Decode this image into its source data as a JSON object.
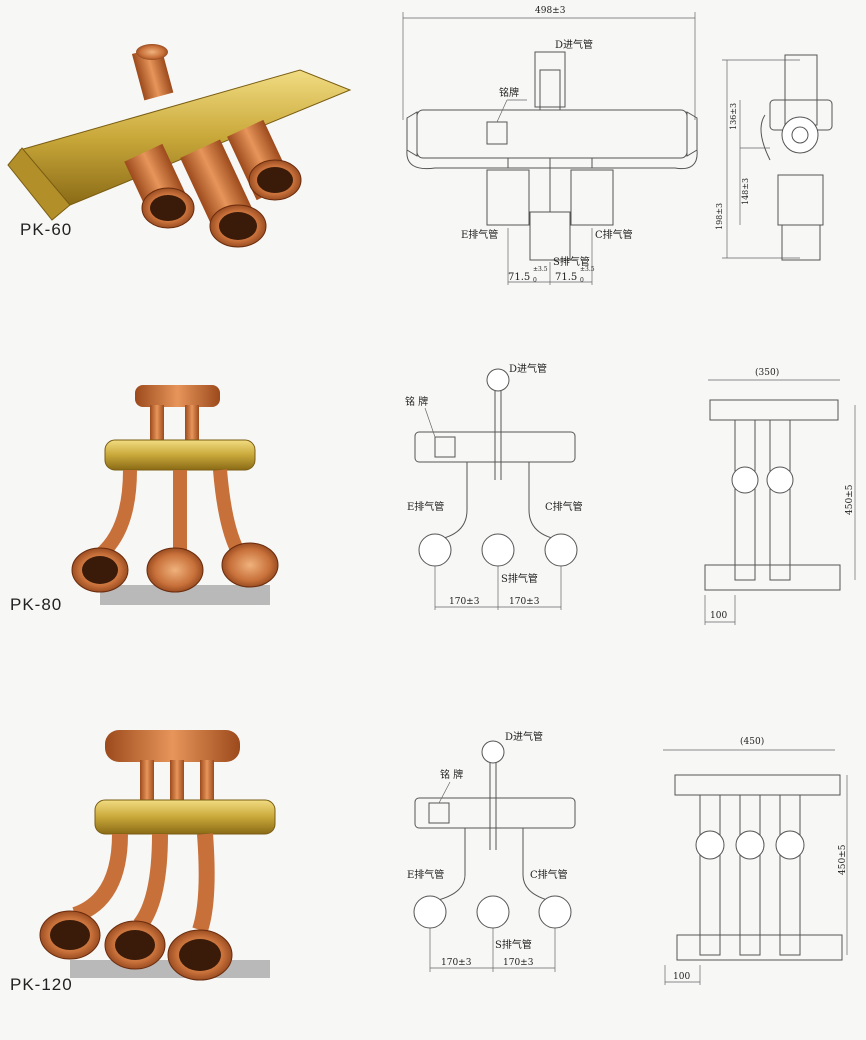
{
  "models": [
    {
      "label": "PK-60",
      "front": {
        "dim_top": "498±3",
        "d_pipe": "D进气管",
        "nameplate": "铭牌",
        "e_pipe": "E排气管",
        "c_pipe": "C排气管",
        "s_pipe": "S排气管",
        "dim_left_main": "71.5",
        "dim_left_tol": "±3.5",
        "dim_left_sub": "0",
        "dim_right_main": "71.5",
        "dim_right_tol": "±3.5",
        "dim_right_sub": "0"
      },
      "side": {
        "dim_a": "136±3",
        "dim_b": "148±3",
        "dim_c": "198±3"
      }
    },
    {
      "label": "PK-80",
      "front": {
        "d_pipe": "D进气管",
        "nameplate": "铭 牌",
        "e_pipe": "E排气管",
        "c_pipe": "C排气管",
        "s_pipe": "S排气管",
        "dim_left": "170±3",
        "dim_right": "170±3"
      },
      "side": {
        "dim_width": "(350)",
        "dim_height": "450±5",
        "dim_bottom": "100"
      }
    },
    {
      "label": "PK-120",
      "front": {
        "d_pipe": "D进气管",
        "nameplate": "铭 牌",
        "e_pipe": "E排气管",
        "c_pipe": "C排气管",
        "s_pipe": "S排气管",
        "dim_left": "170±3",
        "dim_right": "170±3"
      },
      "side": {
        "dim_width": "(450)",
        "dim_height": "450±5",
        "dim_bottom": "100"
      }
    }
  ],
  "colors": {
    "brass": "#c9a83a",
    "copper": "#c8703a",
    "line": "#555555"
  }
}
